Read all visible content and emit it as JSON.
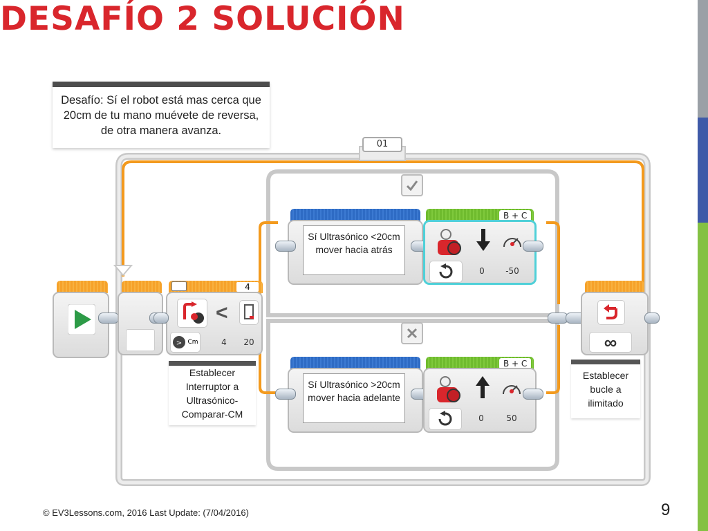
{
  "slide": {
    "title": "DESAFÍO 2 SOLUCIÓN",
    "footer": "© EV3Lessons.com, 2016 Last Update: (7/04/2016)",
    "page_number": "9"
  },
  "challenge": {
    "text": "Desafío: Sí el robot está mas cerca que 20cm de tu mano muévete de reversa, de otra manera avanza."
  },
  "program": {
    "loop_label": "01",
    "switch_block": {
      "port": "4",
      "param_port": "4",
      "param_threshold": "20",
      "unit": "Cm",
      "compare_symbol": "<"
    },
    "true_case": {
      "comment": "Sí Ultrasónico <20cm mover hacia atrás",
      "ports": "B + C",
      "steering": "0",
      "power": "-50"
    },
    "false_case": {
      "comment": "Sí Ultrasónico >20cm mover hacia adelante",
      "ports": "B + C",
      "steering": "0",
      "power": "50"
    },
    "captions": {
      "switch": "Establecer Interruptor a Ultrasónico-Comparar-CM",
      "loop": "Establecer bucle a ilimitado"
    },
    "loop_end_symbol": "∞"
  },
  "colors": {
    "title": "#d9262c",
    "loop_wire": "#f39a1e",
    "accent_blue": "#3f5aa8",
    "accent_green": "#84c143"
  }
}
